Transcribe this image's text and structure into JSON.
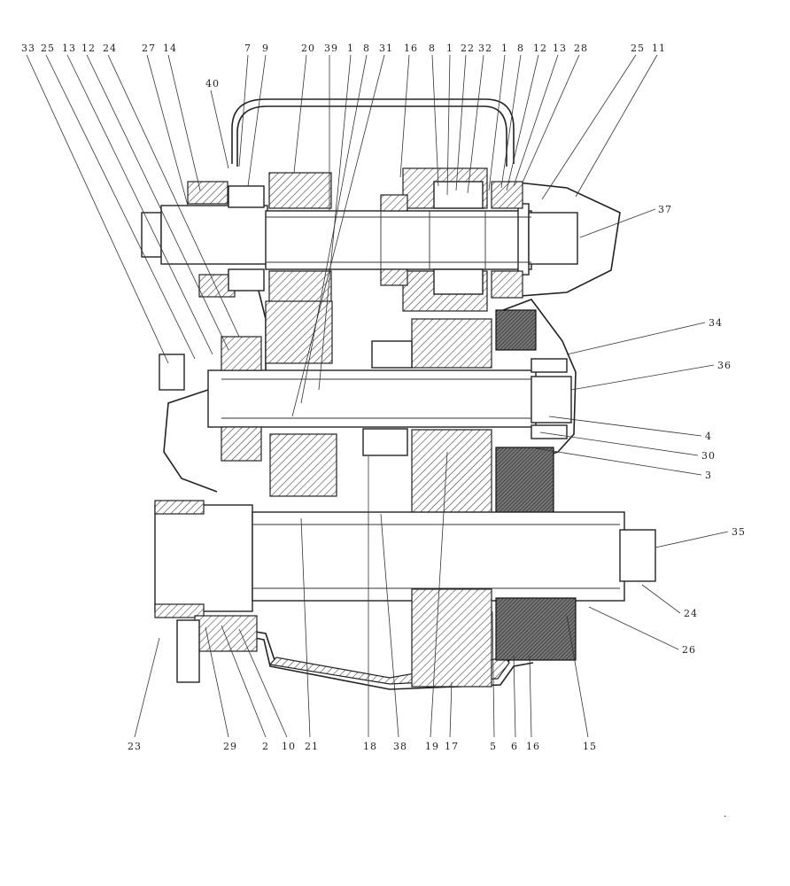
{
  "diagram": {
    "top_labels": [
      "33",
      "25",
      "13",
      "12",
      "24",
      "27",
      "14",
      "7",
      "9",
      "20",
      "39",
      "1",
      "8",
      "31",
      "16",
      "8",
      "1",
      "22",
      "32",
      "1",
      "8",
      "12",
      "13",
      "28",
      "25",
      "11"
    ],
    "top_left_label": "40",
    "right_labels": [
      "37",
      "34",
      "36",
      "4",
      "30",
      "3",
      "35",
      "24",
      "26"
    ],
    "bottom_labels": [
      "23",
      "29",
      "2",
      "10",
      "21",
      "18",
      "38",
      "19",
      "17",
      "5",
      "6",
      "16",
      "15"
    ],
    "dot": "."
  }
}
